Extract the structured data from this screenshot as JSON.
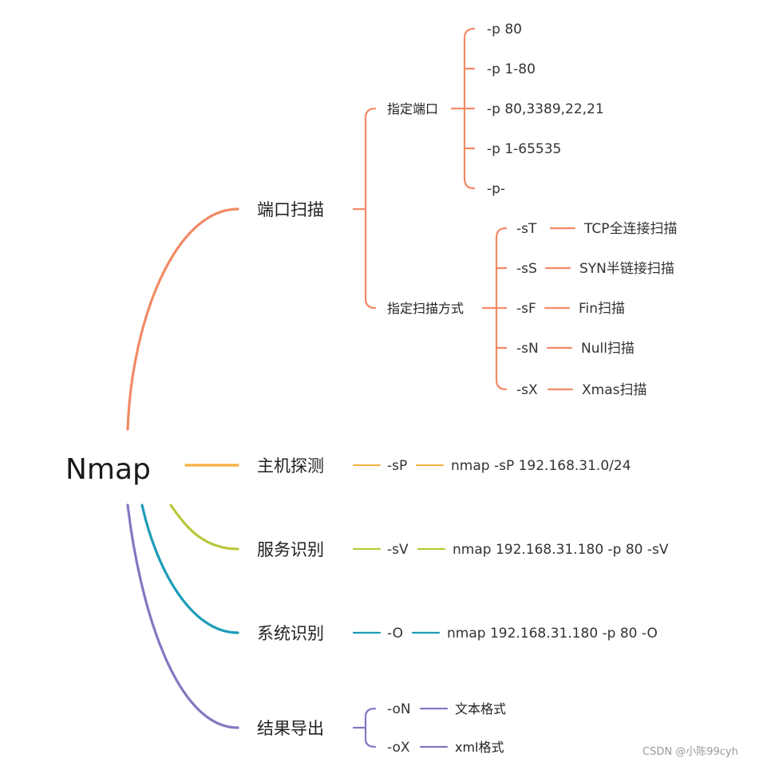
{
  "root": {
    "label": "Nmap"
  },
  "colors": {
    "port_scan": "#f28a65",
    "host_discovery": "#f6b040",
    "service_detect": "#b9c73a",
    "os_detect": "#1c9cb8",
    "export": "#8279c2"
  },
  "branches": {
    "port_scan": {
      "label": "端口扫描",
      "specify_port": {
        "label": "指定端口",
        "items": [
          "-p 80",
          "-p 1-80",
          "-p 80,3389,22,21",
          "-p 1-65535",
          "-p-"
        ]
      },
      "specify_method": {
        "label": "指定扫描方式",
        "items": [
          {
            "flag": "-sT",
            "desc": "TCP全连接扫描"
          },
          {
            "flag": "-sS",
            "desc": "SYN半链接扫描"
          },
          {
            "flag": "-sF",
            "desc": "Fin扫描"
          },
          {
            "flag": "-sN",
            "desc": "Null扫描"
          },
          {
            "flag": "-sX",
            "desc": "Xmas扫描"
          }
        ]
      }
    },
    "host_discovery": {
      "label": "主机探测",
      "flag": "-sP",
      "example": "nmap -sP 192.168.31.0/24"
    },
    "service_detect": {
      "label": "服务识别",
      "flag": "-sV",
      "example": "nmap 192.168.31.180 -p 80 -sV"
    },
    "os_detect": {
      "label": "系统识别",
      "flag": "-O",
      "example": "nmap 192.168.31.180 -p 80 -O"
    },
    "export": {
      "label": "结果导出",
      "items": [
        {
          "flag": "-oN",
          "desc": "文本格式"
        },
        {
          "flag": "-oX",
          "desc": "xml格式"
        }
      ]
    }
  },
  "watermark": "CSDN @小陈99cyh"
}
